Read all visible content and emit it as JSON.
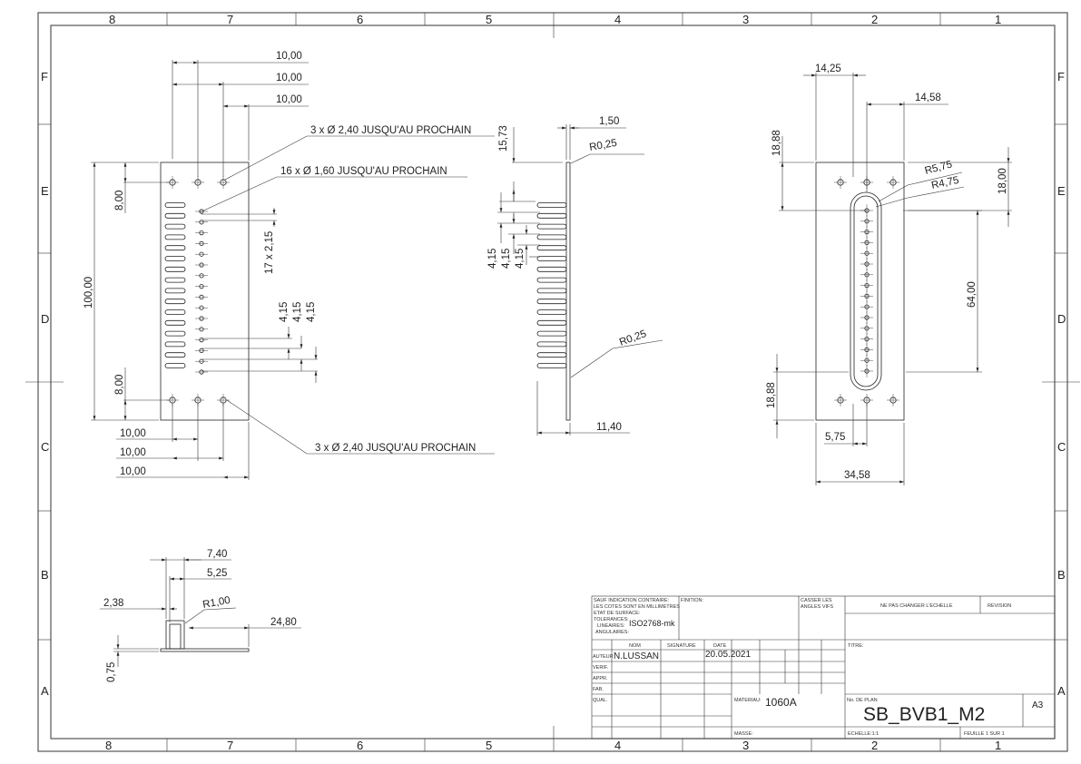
{
  "border": {
    "columns_top": [
      "8",
      "7",
      "6",
      "5",
      "4",
      "3",
      "2",
      "1"
    ],
    "columns_bottom": [
      "8",
      "7",
      "6",
      "5",
      "4",
      "3",
      "2",
      "1"
    ],
    "rows": [
      "F",
      "E",
      "D",
      "C",
      "B",
      "A"
    ]
  },
  "front_view": {
    "dims": {
      "h10_a": "10,00",
      "h10_b": "10,00",
      "h10_c": "10,00",
      "hole_note_top": "3 x Ø 2,40 JUSQU'AU PROCHAIN",
      "hole_note_mid": "16 x Ø 1,60 JUSQU'AU PROCHAIN",
      "hole_note_bot": "3 x Ø 2,40 JUSQU'AU PROCHAIN",
      "v8_top": "8,00",
      "v100": "100,00",
      "v8_bot": "8,00",
      "pitch": "17 x 2,15",
      "s1": "4,15",
      "s2": "4,15",
      "s3": "4,15",
      "b10_a": "10,00",
      "b10_b": "10,00",
      "b10_c": "10,00"
    }
  },
  "side_view": {
    "dims": {
      "t150": "1,50",
      "r025_top": "R0,25",
      "v1573": "15,73",
      "s1": "4,15",
      "s2": "4,15",
      "s3": "4,15",
      "r025_bot": "R0,25",
      "w1140": "11,40"
    }
  },
  "right_view": {
    "dims": {
      "h1425": "14,25",
      "h1458": "14,58",
      "v1888_top": "18,88",
      "r575": "R5,75",
      "r475": "R4,75",
      "v1800": "18,00",
      "v6400": "64,00",
      "v1888_bot": "18,88",
      "w575": "5,75",
      "w3458": "34,58"
    }
  },
  "bottom_view": {
    "dims": {
      "w740": "7,40",
      "w525": "5,25",
      "w238": "2,38",
      "r100": "R1,00",
      "w2480": "24,80",
      "v075": "0,75"
    }
  },
  "title_block": {
    "notes": "SAUF INDICATION CONTRAIRE:\nLES COTES SONT EN MILLIMETRES\nETAT DE SURFACE:\nTOLERANCES:\n  LINEAIRES:\n  ANGULAIRES:",
    "notes_l1": "SAUF INDICATION CONTRAIRE:",
    "notes_l2": "LES COTES SONT EN MILLIMETRES",
    "notes_l3": "ETAT DE SURFACE:",
    "notes_l4": "TOLERANCES:",
    "notes_l5": "LINEAIRES:",
    "notes_l6": "ANGULAIRES:",
    "tolerance": "ISO2768-mk",
    "finition": "FINITION:",
    "casser": "CASSER LES",
    "angles": "ANGLES VIFS",
    "ne_pas": "NE PAS CHANGER L'ECHELLE",
    "revision": "REVISION",
    "nom": "NOM",
    "signature": "SIGNATURE",
    "date_label": "DATE",
    "titre": "TITRE:",
    "auteur": "AUTEUR",
    "auteur_name": "N.LUSSAN",
    "date": "20.05.2021",
    "verif": "VERIF.",
    "appr": "APPR.",
    "fab": "FAB.",
    "qual": "QUAL.",
    "materiau_label": "MATERIAU:",
    "materiau": "1060A",
    "plan_label": "No. DE PLAN",
    "plan": "SB_BVB1_M2",
    "format": "A3",
    "masse": "MASSE:",
    "echelle": "ECHELLE:1:1",
    "feuille": "FEUILLE 1 SUR 1"
  }
}
